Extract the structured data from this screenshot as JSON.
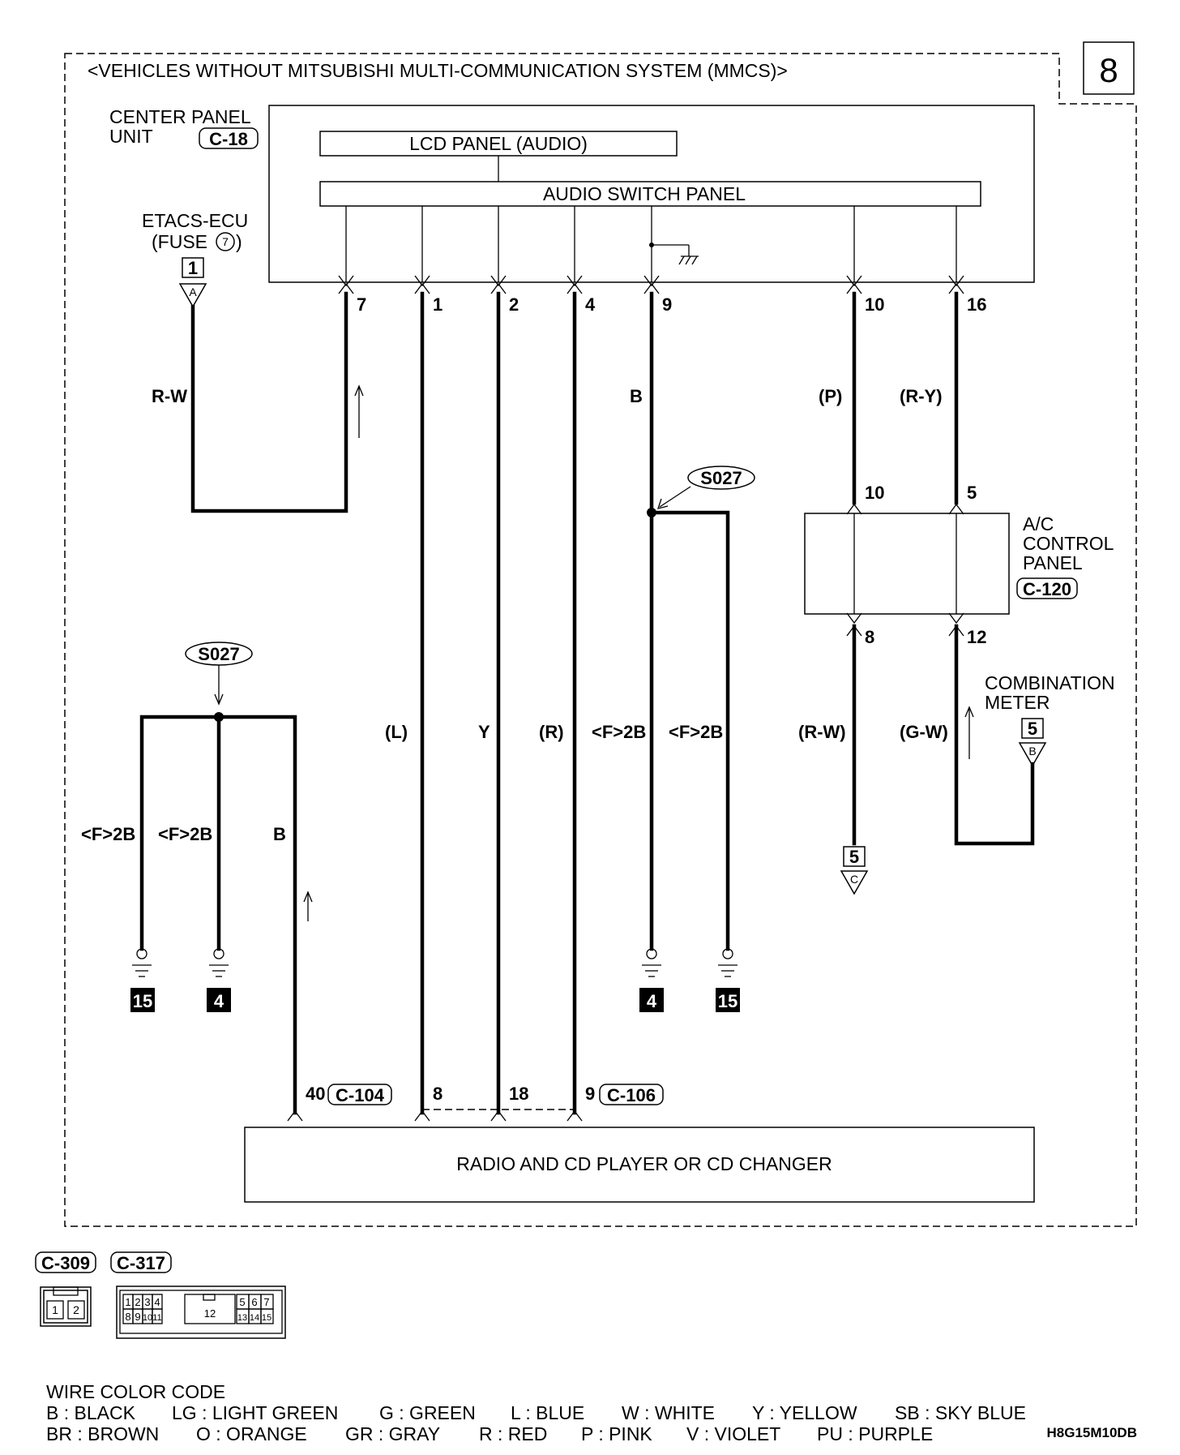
{
  "page_number": "8",
  "header": "<VEHICLES WITHOUT MITSUBISHI MULTI-COMMUNICATION SYSTEM (MMCS)>",
  "center_panel": {
    "name_line1": "CENTER PANEL",
    "name_line2": "UNIT",
    "connector": "C-18",
    "lcd_panel": "LCD PANEL (AUDIO)",
    "audio_switch_panel": "AUDIO SWITCH PANEL",
    "pins": [
      "7",
      "1",
      "2",
      "4",
      "9",
      "10",
      "16"
    ]
  },
  "etacs": {
    "line1": "ETACS-ECU",
    "line2": "(FUSE",
    "fuse_number": "7",
    "line2_end": ")",
    "ref_number": "1",
    "ref_letter": "A"
  },
  "wire_labels": {
    "rw_top": "R-W",
    "b_top": "B",
    "p_top": "(P)",
    "ry_top": "(R-Y)",
    "l": "(L)",
    "y": "Y",
    "r": "(R)",
    "f2b_1": "<F>2B",
    "f2b_2": "<F>2B",
    "rw_bottom": "(R-W)",
    "gw_bottom": "(G-W)",
    "f2b_left1": "<F>2B",
    "f2b_left2": "<F>2B",
    "b_left": "B"
  },
  "splices": [
    "S027",
    "S027"
  ],
  "ac_panel": {
    "line1": "A/C",
    "line2": "CONTROL",
    "line3": "PANEL",
    "connector": "C-120",
    "pins_top": [
      "10",
      "5"
    ],
    "pins_bottom": [
      "8",
      "12"
    ]
  },
  "combination_meter": {
    "line1": "COMBINATION",
    "line2": "METER",
    "ref_number": "5",
    "ref_letter": "B"
  },
  "ref_c": {
    "number": "5",
    "letter": "C"
  },
  "grounds": [
    "15",
    "4",
    "4",
    "15"
  ],
  "radio": {
    "label": "RADIO AND CD PLAYER OR CD CHANGER",
    "pin_40": "40",
    "connector_a": "C-104",
    "pin_8": "8",
    "pin_18": "18",
    "pin_9": "9",
    "connector_b": "C-106"
  },
  "connectors_legend": {
    "c309": "C-309",
    "c317": "C-317",
    "c309_pins": [
      "1",
      "2"
    ],
    "c317_top": [
      "1",
      "2",
      "3",
      "4",
      "5",
      "6",
      "7"
    ],
    "c317_bottom": [
      "8",
      "9",
      "10",
      "11",
      "13",
      "14",
      "15"
    ],
    "c317_center": "12"
  },
  "color_code": {
    "title": "WIRE COLOR CODE",
    "row1": [
      "B : BLACK",
      "LG : LIGHT GREEN",
      "G : GREEN",
      "L : BLUE",
      "W : WHITE",
      "Y : YELLOW",
      "SB : SKY BLUE"
    ],
    "row2": [
      "BR : BROWN",
      "O : ORANGE",
      "GR : GRAY",
      "R : RED",
      "P : PINK",
      "V : VIOLET",
      "PU : PURPLE"
    ]
  },
  "doc_code": "H8G15M10DB"
}
